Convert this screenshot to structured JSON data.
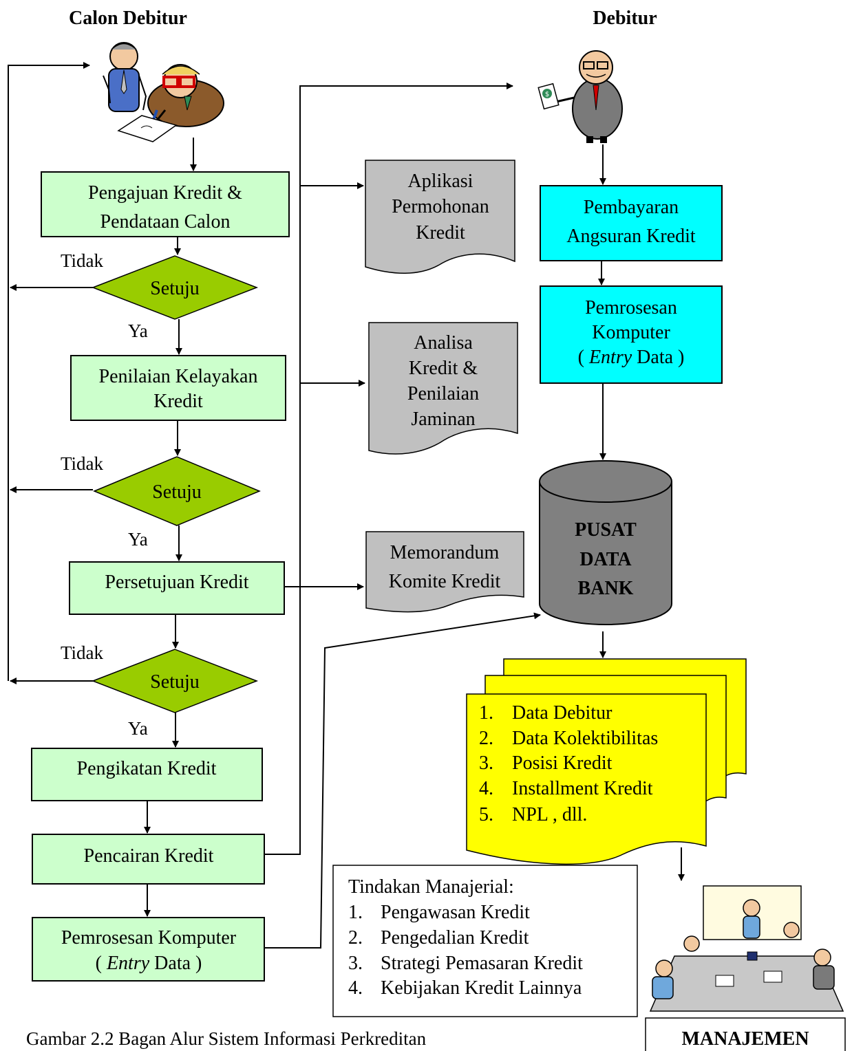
{
  "headers": {
    "left": "Calon Debitur",
    "right": "Debitur"
  },
  "process": {
    "pengajuan": [
      "Pengajuan Kredit  &",
      "Pendataan Calon"
    ],
    "penilaian": [
      "Penilaian Kelayakan",
      "Kredit"
    ],
    "persetujuan": "Persetujuan Kredit",
    "pengikatan": "Pengikatan Kredit",
    "pencairan": "Pencairan Kredit",
    "pemrosesan_left": {
      "line1": "Pemrosesan Komputer",
      "paren_open": "( ",
      "italic": "Entry",
      "rest": " Data )"
    },
    "pembayaran": [
      "Pembayaran",
      "Angsuran Kredit"
    ],
    "pemrosesan_right": {
      "line1": "Pemrosesan",
      "line2": "Komputer",
      "paren_open": "( ",
      "italic": "Entry",
      "rest": " Data )"
    }
  },
  "decisions": {
    "label": "Setuju",
    "no": "Tidak",
    "yes": "Ya"
  },
  "documents": {
    "aplikasi": [
      "Aplikasi",
      "Permohonan",
      "Kredit"
    ],
    "analisa": [
      "Analisa",
      "Kredit &",
      "Penilaian",
      "Jaminan"
    ],
    "memorandum": [
      "Memorandum",
      "Komite Kredit"
    ]
  },
  "database": [
    "PUSAT",
    "DATA",
    "BANK"
  ],
  "reports": {
    "items": [
      "Data Debitur",
      "Data  Kolektibilitas",
      "Posisi Kredit",
      "Installment Kredit",
      "NPL , dll."
    ],
    "numbers": [
      "1.",
      "2.",
      "3.",
      "4.",
      "5."
    ]
  },
  "actions": {
    "title": "Tindakan Manajerial:",
    "items": [
      "Pengawasan Kredit",
      "Pengedalian Kredit",
      "Strategi Pemasaran Kredit",
      "Kebijakan Kredit Lainnya"
    ],
    "numbers": [
      "1.",
      "2.",
      "3.",
      "4."
    ]
  },
  "management_label": "MANAJEMEN",
  "caption": "Gambar 2.2 Bagan Alur Sistem Informasi Perkreditan",
  "colors": {
    "process_green": "#ccffcc",
    "process_cyan": "#00ffff",
    "decision": "#99cc00",
    "document_gray": "#c0c0c0",
    "database_gray": "#808080",
    "report_yellow": "#ffff00"
  }
}
